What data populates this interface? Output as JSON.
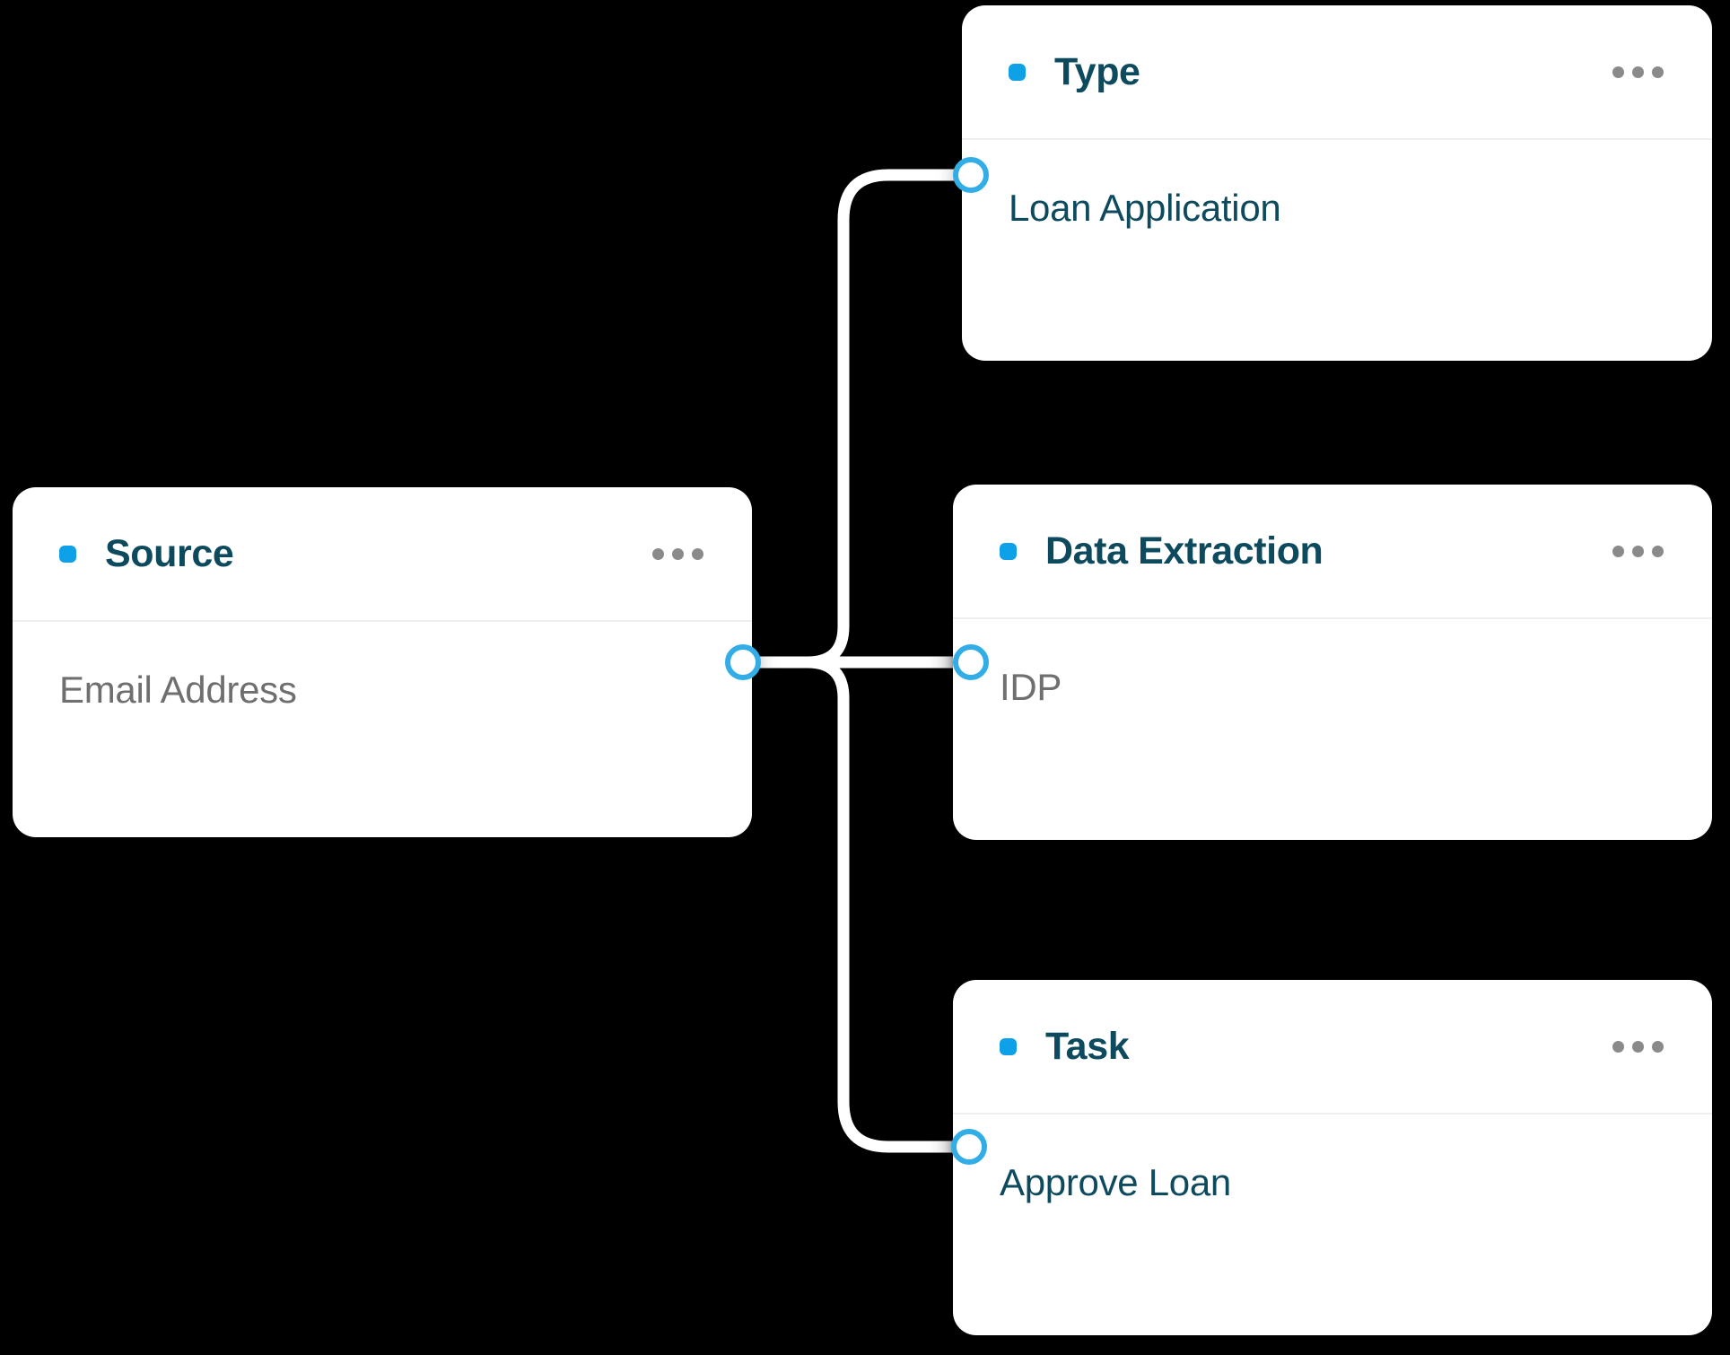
{
  "canvas": {
    "background": "#000000",
    "accent_dot": "#0FA1E8",
    "accent_port": "#33ADE6",
    "title_color": "#0E4A5E",
    "muted_value_color": "#6F6F6F",
    "card_background": "#FFFFFF",
    "divider_color": "#EFEFEF",
    "edge_color": "#FFFFFF"
  },
  "nodes": [
    {
      "id": "source",
      "title": "Source",
      "value": "Email Address",
      "value_muted": true,
      "menu_icon": "ellipsis-icon",
      "dot_icon": "node-type-dot-icon"
    },
    {
      "id": "type",
      "title": "Type",
      "value": "Loan Application",
      "value_muted": false,
      "menu_icon": "ellipsis-icon",
      "dot_icon": "node-type-dot-icon"
    },
    {
      "id": "data-extraction",
      "title": "Data Extraction",
      "value": "IDP",
      "value_muted": true,
      "menu_icon": "ellipsis-icon",
      "dot_icon": "node-type-dot-icon"
    },
    {
      "id": "task",
      "title": "Task",
      "value": "Approve Loan",
      "value_muted": false,
      "menu_icon": "ellipsis-icon",
      "dot_icon": "node-type-dot-icon"
    }
  ],
  "ports": [
    {
      "id": "source-output",
      "node": "source",
      "kind": "output"
    },
    {
      "id": "type-input",
      "node": "type",
      "kind": "input"
    },
    {
      "id": "data-extraction-input",
      "node": "data-extraction",
      "kind": "input"
    },
    {
      "id": "task-input",
      "node": "task",
      "kind": "input"
    }
  ],
  "edges": [
    {
      "id": "source-to-type",
      "from": "source-output",
      "to": "type-input"
    },
    {
      "id": "source-to-data-extraction",
      "from": "source-output",
      "to": "data-extraction-input"
    },
    {
      "id": "source-to-task",
      "from": "source-output",
      "to": "task-input"
    }
  ]
}
